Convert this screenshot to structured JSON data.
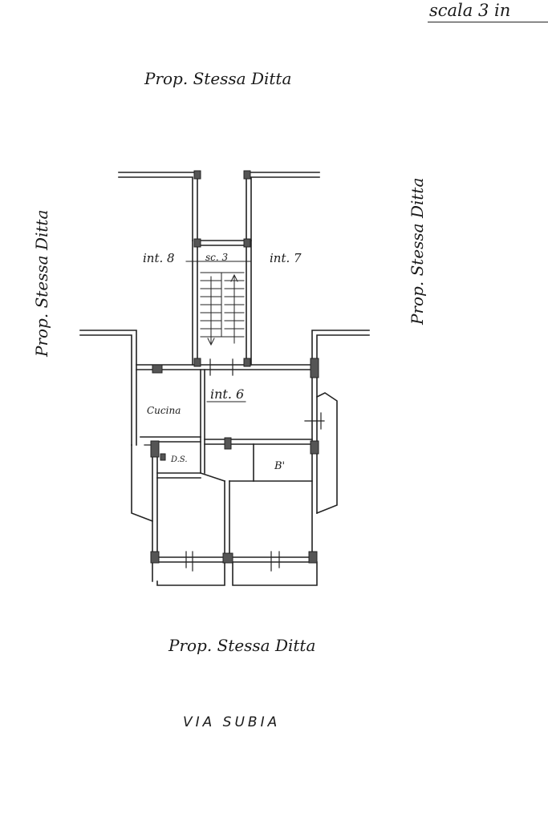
{
  "labels": {
    "scale": "scala 3  in",
    "north": "Prop. Stessa Ditta",
    "south": "Prop. Stessa Ditta",
    "west": "Prop. Stessa Ditta",
    "east": "Prop. Stessa Ditta",
    "street": "VIA SUBIA"
  },
  "rooms": {
    "int8": "int. 8",
    "int7": "int. 7",
    "stair": "sc. 3",
    "int6": "int. 6",
    "kitchen": "Cucina",
    "storage": "D.S.",
    "bath": "B'"
  }
}
